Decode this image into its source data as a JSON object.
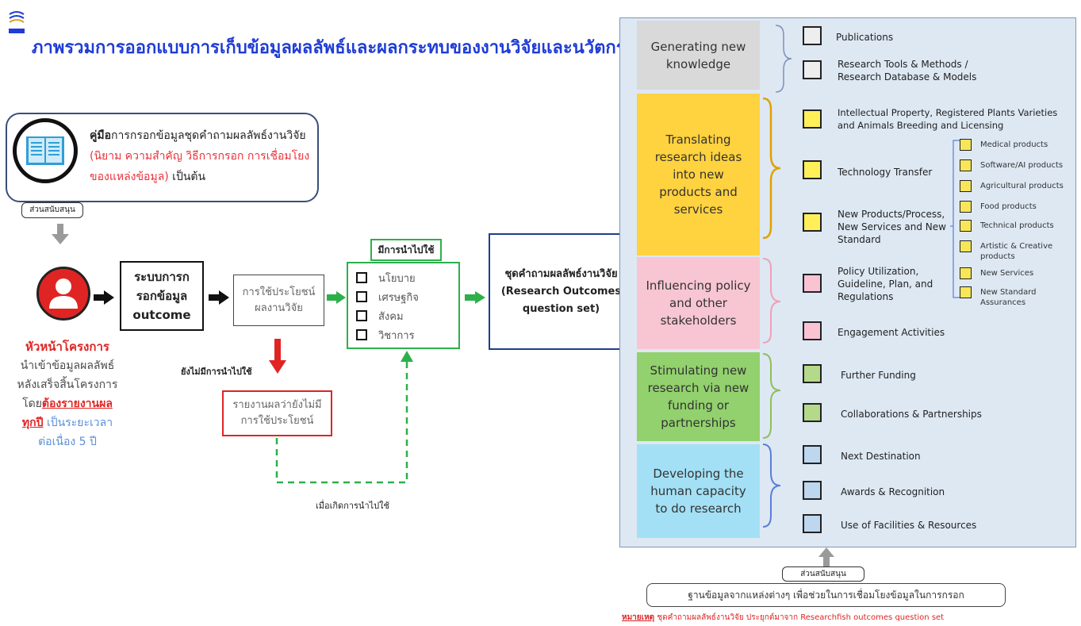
{
  "header": {
    "title": "ภาพรวมการออกแบบการเก็บข้อมูลผลลัพธ์และผลกระทบของงานวิจัยและนวัตกรรม"
  },
  "manual": {
    "bold": "คู่มือ",
    "text1": "การกรอกข้อมูลชุดคำถามผลลัพธ์งานวิจัย ",
    "red_text": "(นิยาม ความสำคัญ วิธีการกรอก การเชื่อมโยงของแหล่งข้อมูล)",
    "text2": " เป็นต้น",
    "tag": "ส่วนสนับสนุน"
  },
  "leader": {
    "title": "หัวหน้าโครงการ",
    "line1": "นำเข้าข้อมูลผลลัพธ์",
    "line2": "หลังเสร็จสิ้นโครงการ",
    "prefix": "โดย",
    "must_report": "ต้องรายงานผล",
    "every_year": "ทุกปี",
    "tail": " เป็นระยะเวลา",
    "duration": "ต่อเนื่อง 5 ปี"
  },
  "system_box": "ระบบการกรอกข้อมูล outcome",
  "use_box": "การใช้ประโยชน์ผลงานวิจัย",
  "not_used_label": "ยังไม่มีการนำไปใช้",
  "not_used_box": "รายงานผลว่ายังไม่มีการใช้ประโยชน์",
  "used_label": "มีการนำไปใช้",
  "uses": [
    "นโยบาย",
    "เศรษฐกิจ",
    "สังคม",
    "วิชาการ"
  ],
  "when_used": "เมื่อเกิดการนำไปใช้",
  "question_set": {
    "line1": "ชุดคำถามผลลัพธ์งานวิจัย",
    "line2": "(Research Outcomes",
    "line3": "question set)"
  },
  "categories": [
    {
      "label": "Generating new knowledge",
      "color": "#d9d9d9"
    },
    {
      "label": "Translating research ideas into new products and services",
      "color": "#ffd23f"
    },
    {
      "label": "Influencing policy and other stakeholders",
      "color": "#f7c6d2"
    },
    {
      "label": "Stimulating new research via new funding or partnerships",
      "color": "#92d16d"
    },
    {
      "label": "Developing the human capacity to do research",
      "color": "#a3e0f5"
    }
  ],
  "items": [
    {
      "label": "Publications",
      "color": "#eeeeee"
    },
    {
      "label": "Research Tools & Methods / Research Database & Models",
      "color": "#eeeeee"
    },
    {
      "label": "Intellectual Property, Registered Plants Varieties and Animals Breeding and Licensing",
      "color": "#fff05a"
    },
    {
      "label": "Technology Transfer",
      "color": "#fff05a"
    },
    {
      "label": "New Products/Process, New Services and New Standard",
      "color": "#fff05a"
    },
    {
      "label": "Policy Utilization, Guideline, Plan, and Regulations",
      "color": "#f9c3d4"
    },
    {
      "label": "Engagement Activities",
      "color": "#f9c3d4"
    },
    {
      "label": "Further Funding",
      "color": "#b5d98a"
    },
    {
      "label": "Collaborations & Partnerships",
      "color": "#b5d98a"
    },
    {
      "label": "Next Destination",
      "color": "#bcd7ee"
    },
    {
      "label": "Awards & Recognition",
      "color": "#bcd7ee"
    },
    {
      "label": "Use of Facilities & Resources",
      "color": "#bcd7ee"
    }
  ],
  "sub_products": [
    "Medical products",
    "Software/AI products",
    "Agricultural products",
    "Food products",
    "Technical products",
    "Artistic & Creative products",
    "New Services",
    "New Standard Assurances"
  ],
  "bottom": {
    "tag": "ส่วนสนับสนุน",
    "database": "ฐานข้อมูลจากแหล่งต่างๆ เพื่อช่วยในการเชื่อมโยงข้อมูลในการกรอก",
    "note_label": "หมายเหตุ",
    "note": " ชุดคำถามผลลัพธ์งานวิจัย ประยุกต์มาจาก Researchfish outcomes question set"
  },
  "colors": {
    "title": "#1f3cd6",
    "red": "#e02424",
    "green": "#2db04a",
    "navy": "#1f3f8a",
    "panel": "#dde8f3"
  }
}
